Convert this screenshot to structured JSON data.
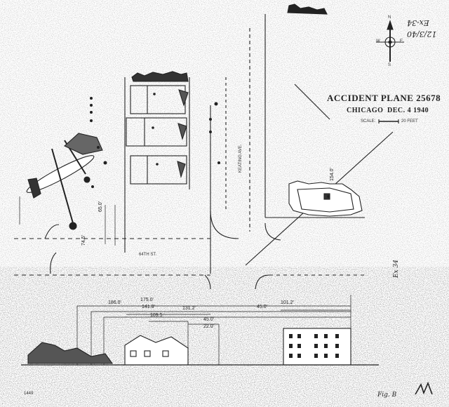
{
  "title_block": {
    "title": "ACCIDENT PLANE 25678",
    "location": "CHICAGO",
    "date": "DEC. 4 1940",
    "scale_label": "SCALE:",
    "scale_value": "20 FEET"
  },
  "compass": {
    "n": "N",
    "s": "S",
    "e": "E",
    "w": "W"
  },
  "handwritten_notes": {
    "top_right_a": "Ex-34",
    "top_right_b": "12/3/40",
    "right_margin": "Ex 34"
  },
  "street_labels": {
    "street_64th": "64TH ST.",
    "keating": "KEATING AVE."
  },
  "dimensions": {
    "d_175": "175.0'",
    "d_186": "186.0'",
    "d_141": "141.8'",
    "d_131": "131.2'",
    "d_109": "109.5",
    "d_45a": "45.0'",
    "d_45b": "45.0'",
    "d_22": "22.0'",
    "d_101": "101.2'",
    "d_154": "154.0'",
    "d_65": "65.0'",
    "d_74": "74.5'"
  },
  "footer": {
    "fig": "Fig. B",
    "sheet_no": "1449"
  },
  "colors": {
    "ink": "#222222",
    "paper": "#ffffff"
  }
}
